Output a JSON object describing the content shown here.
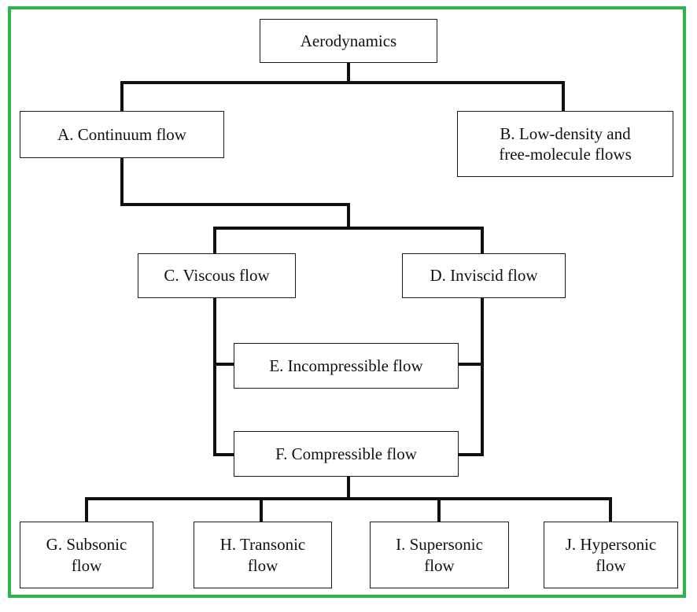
{
  "frame": {
    "border_color": "#2fb34a"
  },
  "connector_color": "#111111",
  "nodes": {
    "root": {
      "lines": [
        "Aerodynamics"
      ]
    },
    "a": {
      "lines": [
        "A.  Continuum flow"
      ]
    },
    "b": {
      "lines": [
        "B.  Low-density and",
        "free-molecule flows"
      ]
    },
    "c": {
      "lines": [
        "C.  Viscous flow"
      ]
    },
    "d": {
      "lines": [
        "D.  Inviscid flow"
      ]
    },
    "e": {
      "lines": [
        "E.  Incompressible flow"
      ]
    },
    "f": {
      "lines": [
        "F.  Compressible flow"
      ]
    },
    "g": {
      "lines": [
        "G.  Subsonic",
        "flow"
      ]
    },
    "h": {
      "lines": [
        "H.  Transonic",
        "flow"
      ]
    },
    "i": {
      "lines": [
        "I.  Supersonic",
        "flow"
      ]
    },
    "j": {
      "lines": [
        "J.  Hypersonic",
        "flow"
      ]
    }
  }
}
